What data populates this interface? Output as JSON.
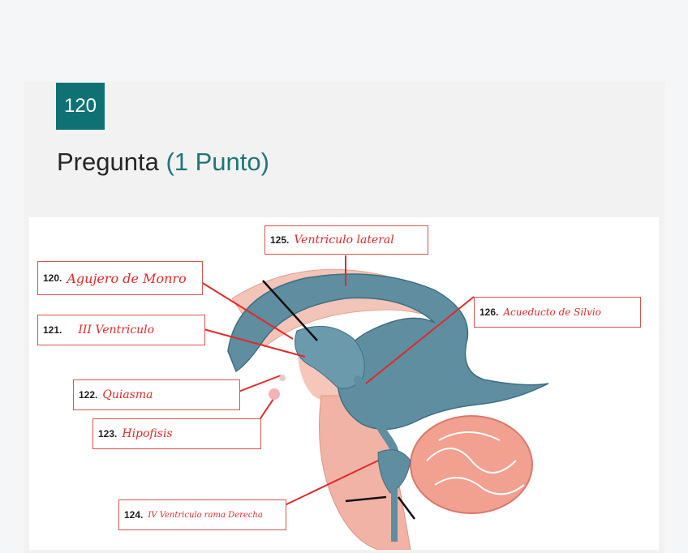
{
  "question": {
    "number": "120",
    "title": "Pregunta",
    "points": "(1 Punto)"
  },
  "labels": [
    {
      "number": "120.",
      "answer": "Agujero de Monro"
    },
    {
      "number": "121.",
      "answer": "III Ventriculo"
    },
    {
      "number": "122.",
      "answer": "Quiasma"
    },
    {
      "number": "123.",
      "answer": "Hipofisis"
    },
    {
      "number": "124.",
      "answer": "IV Ventriculo rama Derecha"
    },
    {
      "number": "125.",
      "answer": "Ventriculo lateral"
    },
    {
      "number": "126.",
      "answer": "Acueducto de Silvio"
    }
  ],
  "colors": {
    "accent": "#0e7275",
    "ventricle": "#5e8ea0",
    "tissue": "#f0a89a",
    "annotation": "#e02a2a"
  }
}
